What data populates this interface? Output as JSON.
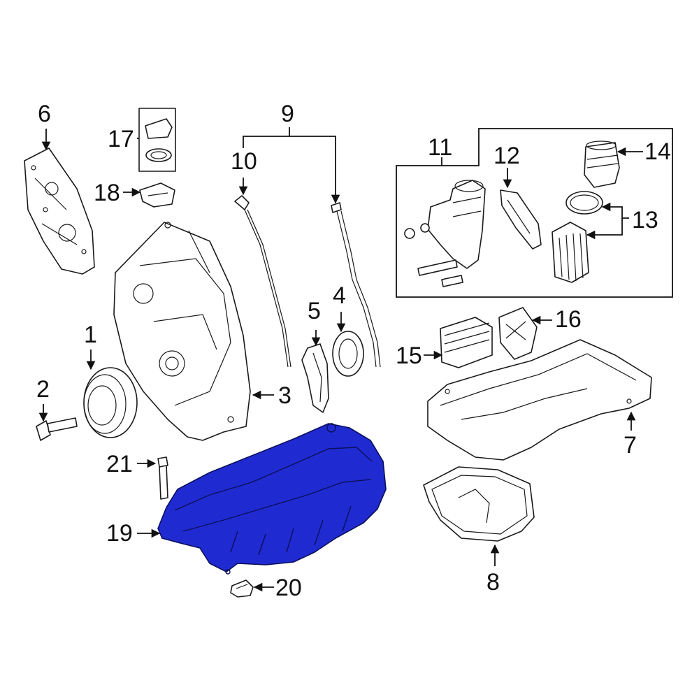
{
  "diagram": {
    "highlight_color": "#1f2bd1",
    "line_color": "#111111",
    "background": "#ffffff"
  },
  "callouts": {
    "c1": "1",
    "c2": "2",
    "c3": "3",
    "c4": "4",
    "c5": "5",
    "c6": "6",
    "c7": "7",
    "c8": "8",
    "c9": "9",
    "c10": "10",
    "c11": "11",
    "c12": "12",
    "c13": "13",
    "c14": "14",
    "c15": "15",
    "c16": "16",
    "c17": "17",
    "c18": "18",
    "c19": "19",
    "c20": "20",
    "c21": "21"
  },
  "highlighted_part": "19"
}
